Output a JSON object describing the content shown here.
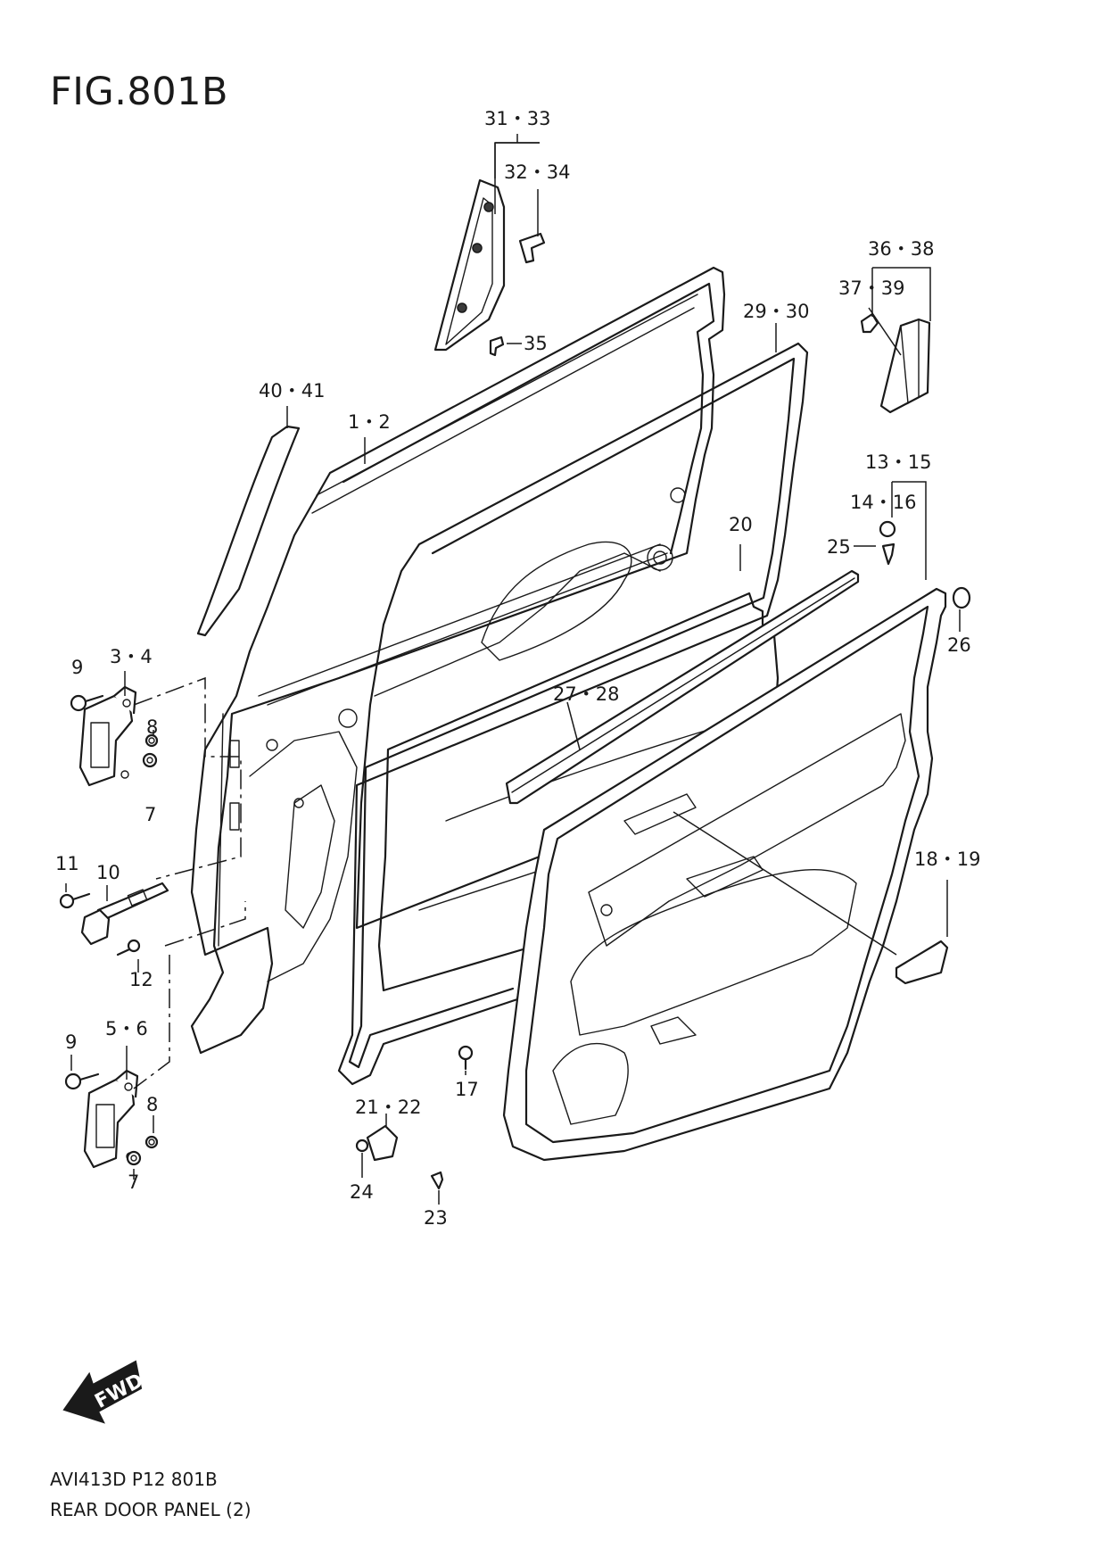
{
  "figure": {
    "title": "FIG.801B"
  },
  "footer": {
    "code": "AVI413D P12 801B",
    "name": "REAR DOOR PANEL (2)"
  },
  "callouts": {
    "c31_33": "31・33",
    "c32_34": "32・34",
    "c35": "35",
    "c36_38": "36・38",
    "c37_39": "37・39",
    "c29_30": "29・30",
    "c40_41": "40・41",
    "c1_2": "1・2",
    "c13_15": "13・15",
    "c14_16": "14・16",
    "c25": "25",
    "c20": "20",
    "c26": "26",
    "c3_4": "3・4",
    "c9a": "9",
    "c8a": "8",
    "c7a": "7",
    "c27_28": "27・28",
    "c11": "11",
    "c10": "10",
    "c12": "12",
    "c18_19": "18・19",
    "c5_6": "5・6",
    "c9b": "9",
    "c8b": "8",
    "c7b": "7",
    "c17": "17",
    "c21_22": "21・22",
    "c24": "24",
    "c23": "23"
  },
  "fwd_label": "FWD"
}
